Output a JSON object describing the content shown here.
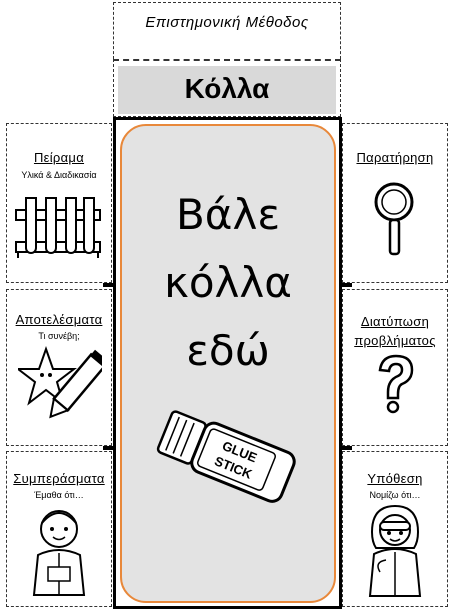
{
  "header": {
    "title": "Επιστημονική Μέθοδος",
    "glue_label": "Κόλλα"
  },
  "center": {
    "glue_line1": "Βάλε",
    "glue_line2": "κόλλα",
    "glue_line3": "εδώ",
    "glue_stick_text": "GLUE STICK"
  },
  "left_flaps": [
    {
      "title": "Πείραμα",
      "subtitle": "Υλικά & Διαδικασία",
      "icon": "test-tubes-icon"
    },
    {
      "title": "Αποτελέσματα",
      "subtitle": "Τι συνέβη;",
      "icon": "star-pencil-icon"
    },
    {
      "title": "Συμπεράσματα",
      "subtitle": "Έμαθα ότι…",
      "icon": "child-scientist-icon"
    }
  ],
  "right_flaps": [
    {
      "title": "Παρατήρηση",
      "subtitle": "",
      "icon": "magnifying-glass-icon"
    },
    {
      "title": "Διατύπωση προβλήματος",
      "subtitle": "",
      "icon": "question-mark-icon"
    },
    {
      "title": "Υπόθεση",
      "subtitle": "Νομίζω ότι…",
      "icon": "girl-scientist-icon"
    }
  ],
  "colors": {
    "glue_border": "#e8883a",
    "glue_fill": "#e3e3e3",
    "band": "#d9d9d9"
  }
}
